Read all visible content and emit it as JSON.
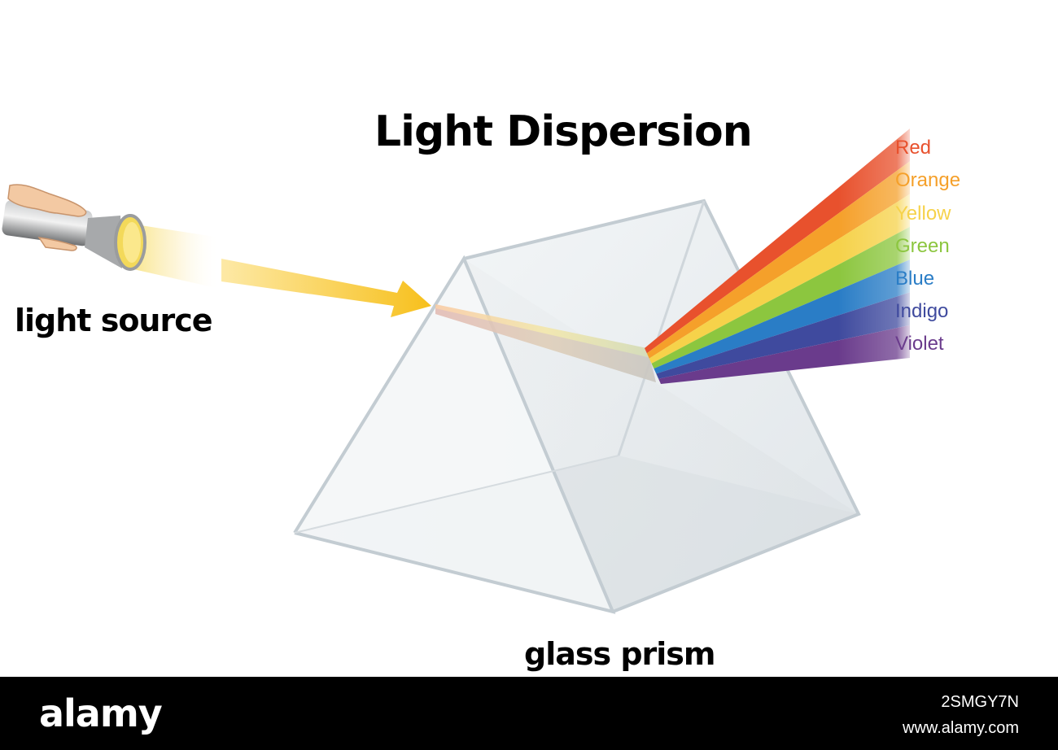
{
  "title": "Light Dispersion",
  "labels": {
    "light_source": "light source",
    "glass_prism": "glass prism"
  },
  "spectrum": [
    {
      "name": "Red",
      "color": "#e8512d"
    },
    {
      "name": "Orange",
      "color": "#f5a02a"
    },
    {
      "name": "Yellow",
      "color": "#f6d24a"
    },
    {
      "name": "Green",
      "color": "#8cc63f"
    },
    {
      "name": "Blue",
      "color": "#2a7dc6"
    },
    {
      "name": "Indigo",
      "color": "#3f4a9e"
    },
    {
      "name": "Violet",
      "color": "#6a3b8c"
    }
  ],
  "colors": {
    "beam": "#f8c832",
    "prism_edge": "#b9c4cc",
    "flashlight_body": "#8a8c8e"
  },
  "icons": [
    "hand-icon",
    "flashlight-icon"
  ],
  "footer": {
    "brand": "alamy",
    "image_id": "2SMGY7N",
    "site": "www.alamy.com"
  }
}
